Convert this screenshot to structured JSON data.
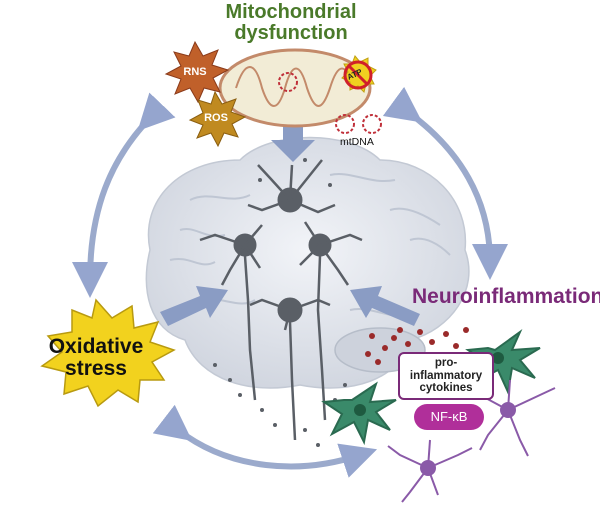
{
  "labels": {
    "mitochondrial": "Mitochondrial dysfunction",
    "neuroinflammation": "Neuroinflammation",
    "oxidative": "Oxidative stress",
    "rns": "RNS",
    "ros": "ROS",
    "mtdna": "mtDNA",
    "atp": "ATP",
    "cytokines": "pro-inflammatory cytokines",
    "nfkb": "NF-κB"
  },
  "colors": {
    "mito_title": "#4a7a2a",
    "neuro_title": "#7a2a78",
    "arrow": "#8a9cc4",
    "brain": "#d9dde6",
    "neuron": "#5a5f66",
    "microglia_green": "#3a8a6a",
    "neuron_purple": "#8a5aa8",
    "star_yellow": "#f0d020",
    "rns_star": "#c0602a",
    "ros_star": "#c08a20",
    "nfkb_pill": "#b02f9a"
  },
  "icons": [
    "mitochondrion-icon",
    "rns-star-icon",
    "ros-star-icon",
    "mtdna-icon",
    "atp-crossed-icon",
    "brain-icon",
    "neuron-icon",
    "microglia-icon",
    "neuron-purple-icon",
    "cytokine-dot-icon"
  ]
}
